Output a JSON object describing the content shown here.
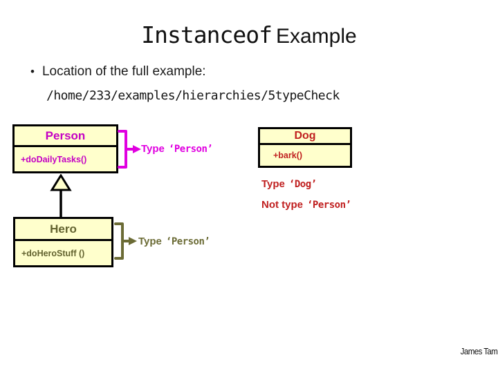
{
  "slide": {
    "title": {
      "code_part": "Instanceof",
      "text_part": "Example"
    },
    "bullet": {
      "marker": "•",
      "text": "Location of the full example:"
    },
    "path": "/home/233/examples/hierarchies/5typeCheck",
    "footer": "James Tam"
  },
  "diagram": {
    "person_class": {
      "name": "Person",
      "method": "+doDailyTasks()"
    },
    "person_annotation": {
      "label": "Type",
      "value": "‘Person’"
    },
    "dog_class": {
      "name": "Dog",
      "method": "+bark()"
    },
    "dog_annotation_1": {
      "label": "Type",
      "value": "‘Dog’"
    },
    "dog_annotation_2": {
      "label": "Not type",
      "value": "‘Person’"
    },
    "hero_class": {
      "name": "Hero",
      "method": "+doHeroStuff ()"
    },
    "hero_annotation": {
      "label": "Type",
      "value": "‘Person’"
    }
  },
  "colors": {
    "person_accent": "#C400C4",
    "magenta_connector": "#E000E0",
    "dog_accent": "#C02020",
    "hero_accent": "#6B6B35",
    "box_fill": "#FFFFCC",
    "box_border": "#000000"
  }
}
